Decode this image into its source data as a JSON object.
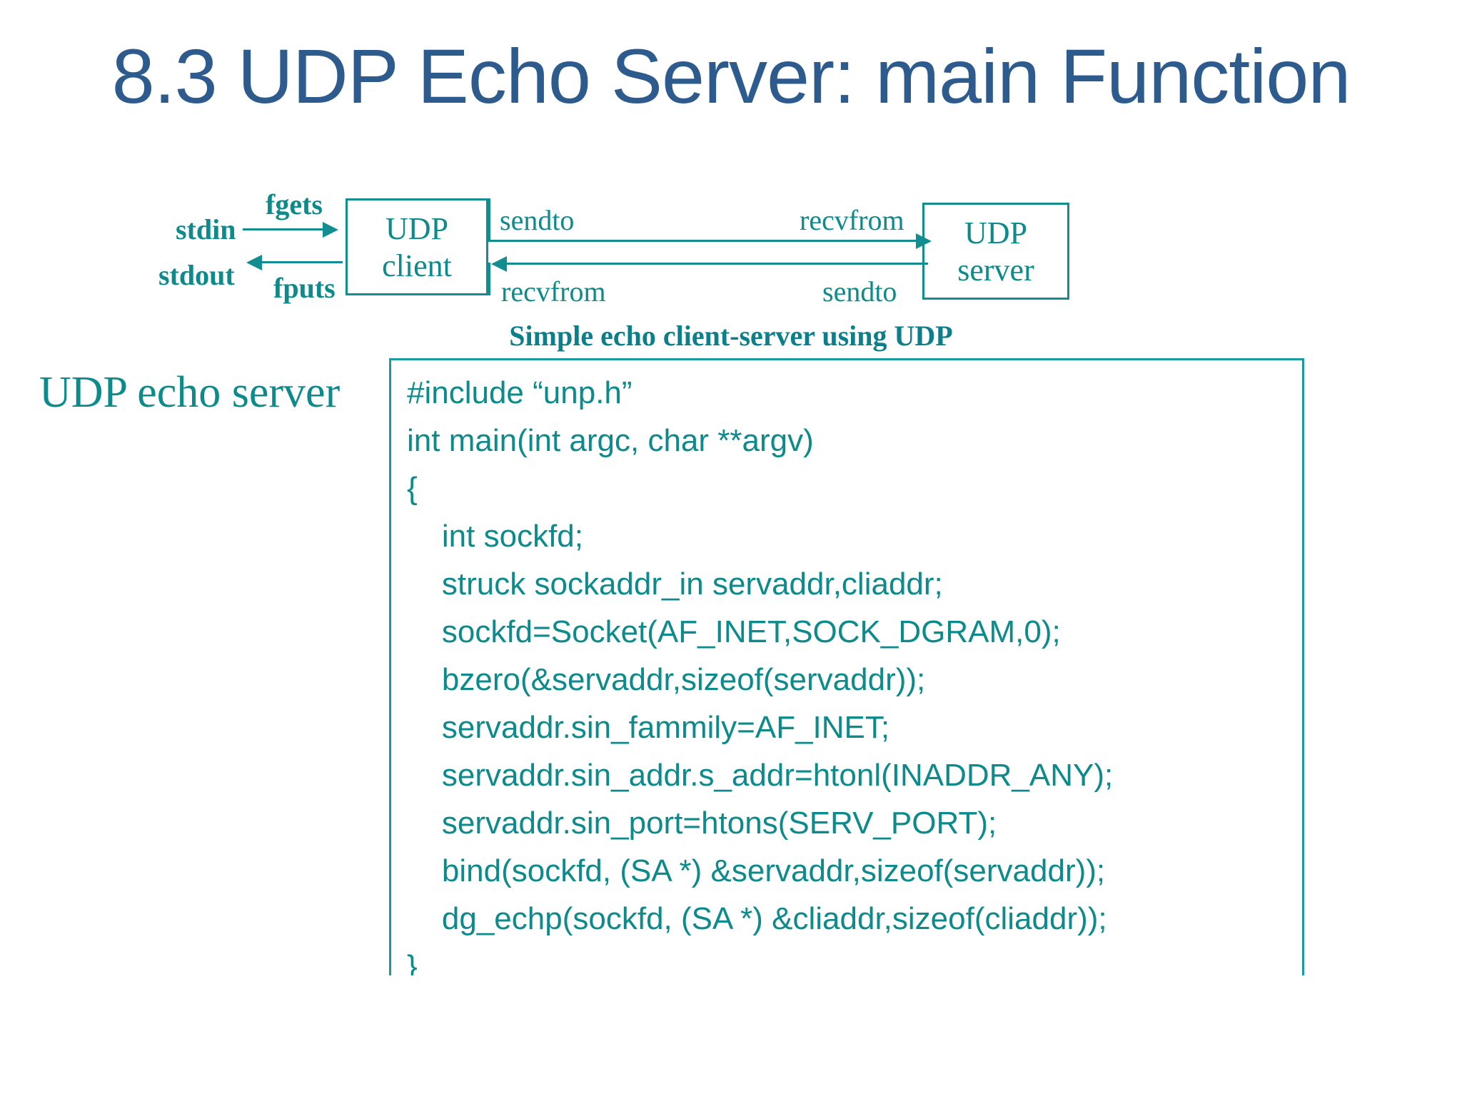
{
  "slide": {
    "title": "8.3 UDP Echo Server: main Function",
    "title_color": "#2d5b8e",
    "accent_color": "#0d8a8c"
  },
  "diagram": {
    "caption": "Simple echo client-server using UDP",
    "client_box": {
      "line1": "UDP",
      "line2": "client"
    },
    "server_box": {
      "line1": "UDP",
      "line2": "server"
    },
    "stdin_label": "stdin",
    "stdout_label": "stdout",
    "fgets_label": "fgets",
    "fputs_label": "fputs",
    "sendto_top_label": "sendto",
    "recvfrom_top_label": "recvfrom",
    "recvfrom_bottom_label": "recvfrom",
    "sendto_bottom_label": "sendto"
  },
  "code": {
    "side_label": "UDP echo server",
    "lines": [
      "#include “unp.h”",
      "int main(int argc, char **argv)",
      "{",
      "    int sockfd;",
      "    struck sockaddr_in servaddr,cliaddr;",
      "    sockfd=Socket(AF_INET,SOCK_DGRAM,0);",
      "    bzero(&servaddr,sizeof(servaddr));",
      "    servaddr.sin_fammily=AF_INET;",
      "    servaddr.sin_addr.s_addr=htonl(INADDR_ANY);",
      "    servaddr.sin_port=htons(SERV_PORT);",
      "    bind(sockfd, (SA *) &servaddr,sizeof(servaddr));",
      "    dg_echp(sockfd, (SA *) &cliaddr,sizeof(cliaddr));",
      "}"
    ]
  }
}
